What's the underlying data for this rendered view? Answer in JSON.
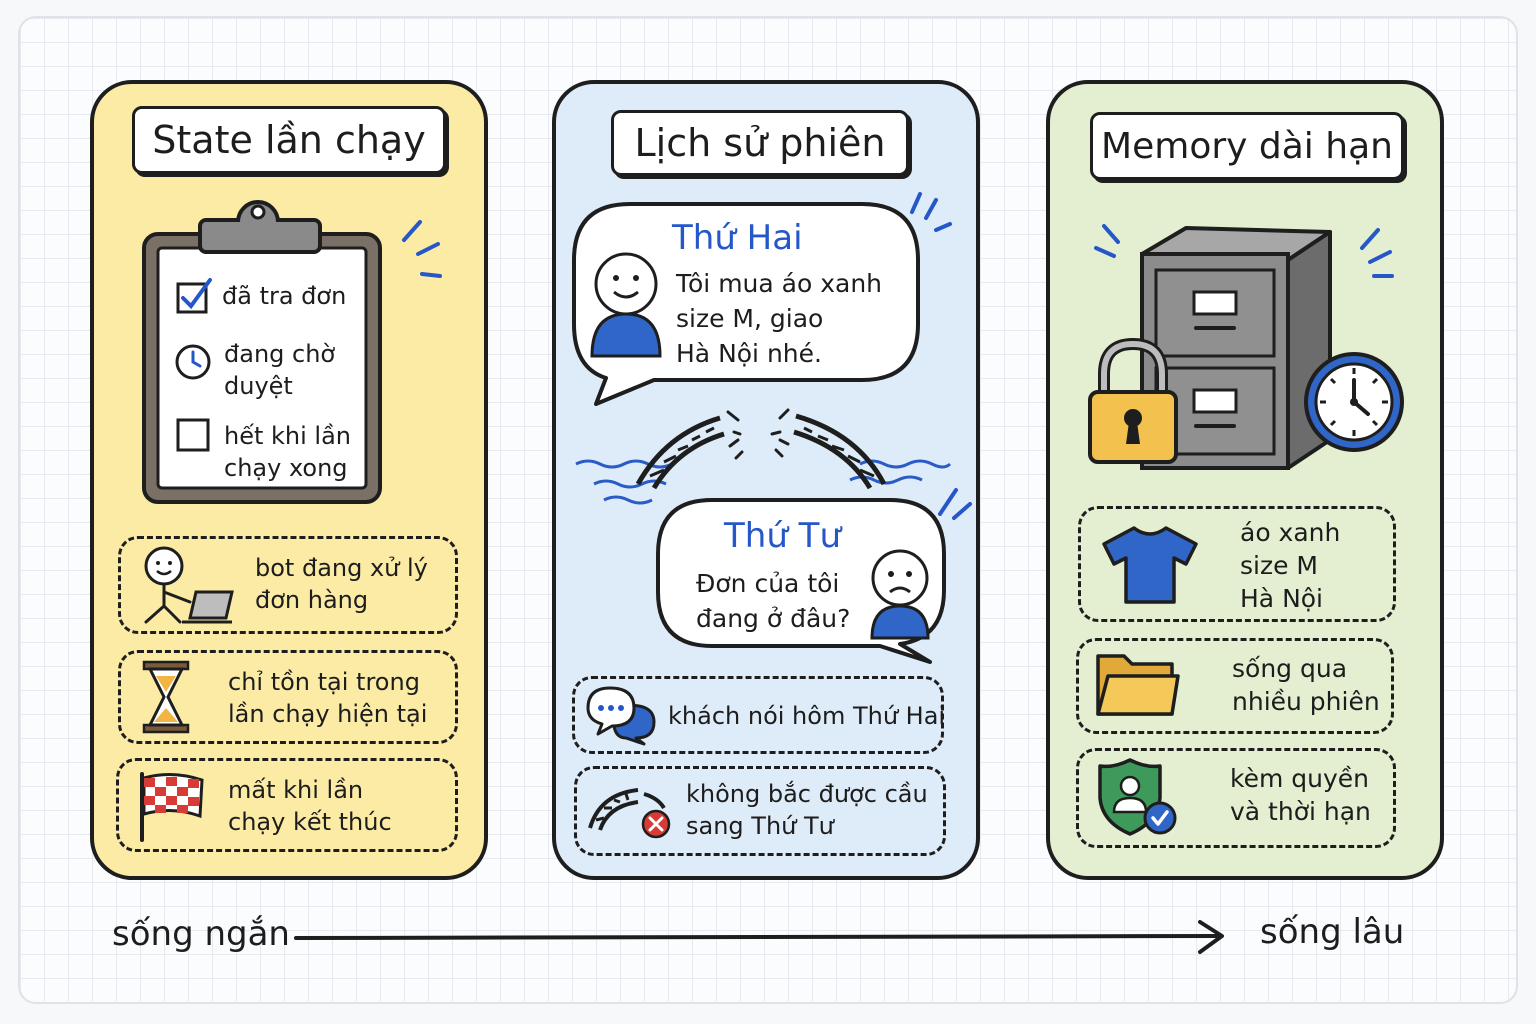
{
  "columns": [
    {
      "title": "State lần chạy",
      "checklist": [
        {
          "text_lines": [
            "đã tra đơn"
          ],
          "icon": "checked-box-icon"
        },
        {
          "text_lines": [
            "đang chờ",
            "duyệt"
          ],
          "icon": "clock-icon"
        },
        {
          "text_lines": [
            "hết khi lần",
            "chạy xong"
          ],
          "icon": "empty-box-icon"
        }
      ],
      "notes": [
        {
          "icon": "person-laptop-icon",
          "lines": [
            "bot đang xử lý",
            "đơn hàng"
          ]
        },
        {
          "icon": "hourglass-icon",
          "lines": [
            "chỉ tồn tại trong",
            "lần chạy hiện tại"
          ]
        },
        {
          "icon": "checkered-flag-icon",
          "lines": [
            "mất khi lần",
            "chạy kết thúc"
          ]
        }
      ],
      "colors": {
        "background": "#fbeba5"
      }
    },
    {
      "title": "Lịch sử phiên",
      "bubble_1": {
        "day": "Thứ Hai",
        "lines": [
          "Tôi mua áo xanh",
          "size M, giao",
          "Hà Nội nhé."
        ]
      },
      "bubble_2": {
        "day": "Thứ Tư",
        "lines": [
          "Đơn của tôi",
          "đang ở đâu?"
        ]
      },
      "notes": [
        {
          "icon": "chat-bubbles-icon",
          "lines": [
            "khách nói hôm Thứ Hai"
          ]
        },
        {
          "icon": "broken-bridge-icon",
          "lines": [
            "không bắc được cầu",
            "sang Thứ Tư"
          ]
        }
      ],
      "colors": {
        "background": "#deebf8",
        "accent": "#2657c9"
      }
    },
    {
      "title": "Memory dài hạn",
      "notes": [
        {
          "icon": "tshirt-icon",
          "lines": [
            "áo xanh",
            "size M",
            "Hà Nội"
          ]
        },
        {
          "icon": "folder-icon",
          "lines": [
            "sống qua",
            "nhiều phiên"
          ]
        },
        {
          "icon": "shield-user-icon",
          "lines": [
            "kèm quyền",
            "và thời hạn"
          ]
        }
      ],
      "colors": {
        "background": "#e3efd0"
      }
    }
  ],
  "axis": {
    "left_label": "sống ngắn",
    "right_label": "sống lâu"
  }
}
